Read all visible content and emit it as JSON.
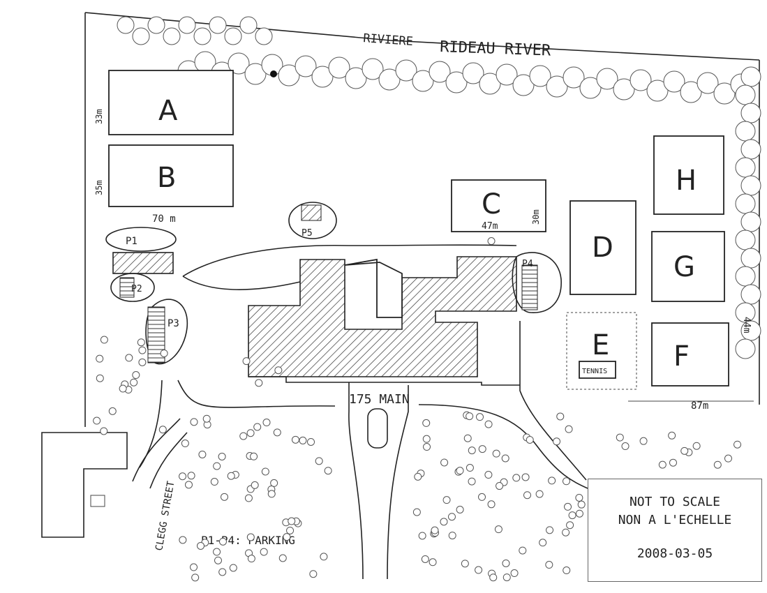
{
  "river": {
    "label_fr": "RIVIERE",
    "label_en": "RIDEAU RIVER"
  },
  "buildings": [
    {
      "id": "A",
      "dimension": "33m"
    },
    {
      "id": "B",
      "dimension": "35m",
      "width_label": "70 m"
    },
    {
      "id": "C",
      "dimension": "30m",
      "width_label": "47m"
    },
    {
      "id": "D"
    },
    {
      "id": "E",
      "sub_label": "TENNIS"
    },
    {
      "id": "F",
      "dimension": "44m",
      "width_label": "87m"
    },
    {
      "id": "G"
    },
    {
      "id": "H"
    }
  ],
  "parking": [
    {
      "id": "P1"
    },
    {
      "id": "P2"
    },
    {
      "id": "P3"
    },
    {
      "id": "P4"
    },
    {
      "id": "P5"
    }
  ],
  "address": "175 MAIN",
  "street": "CLEGG STREET",
  "legend": "P1-P4: PARKING",
  "note": {
    "line1": "NOT TO SCALE",
    "line2": "NON A L'ECHELLE",
    "date": "2008-03-05"
  }
}
